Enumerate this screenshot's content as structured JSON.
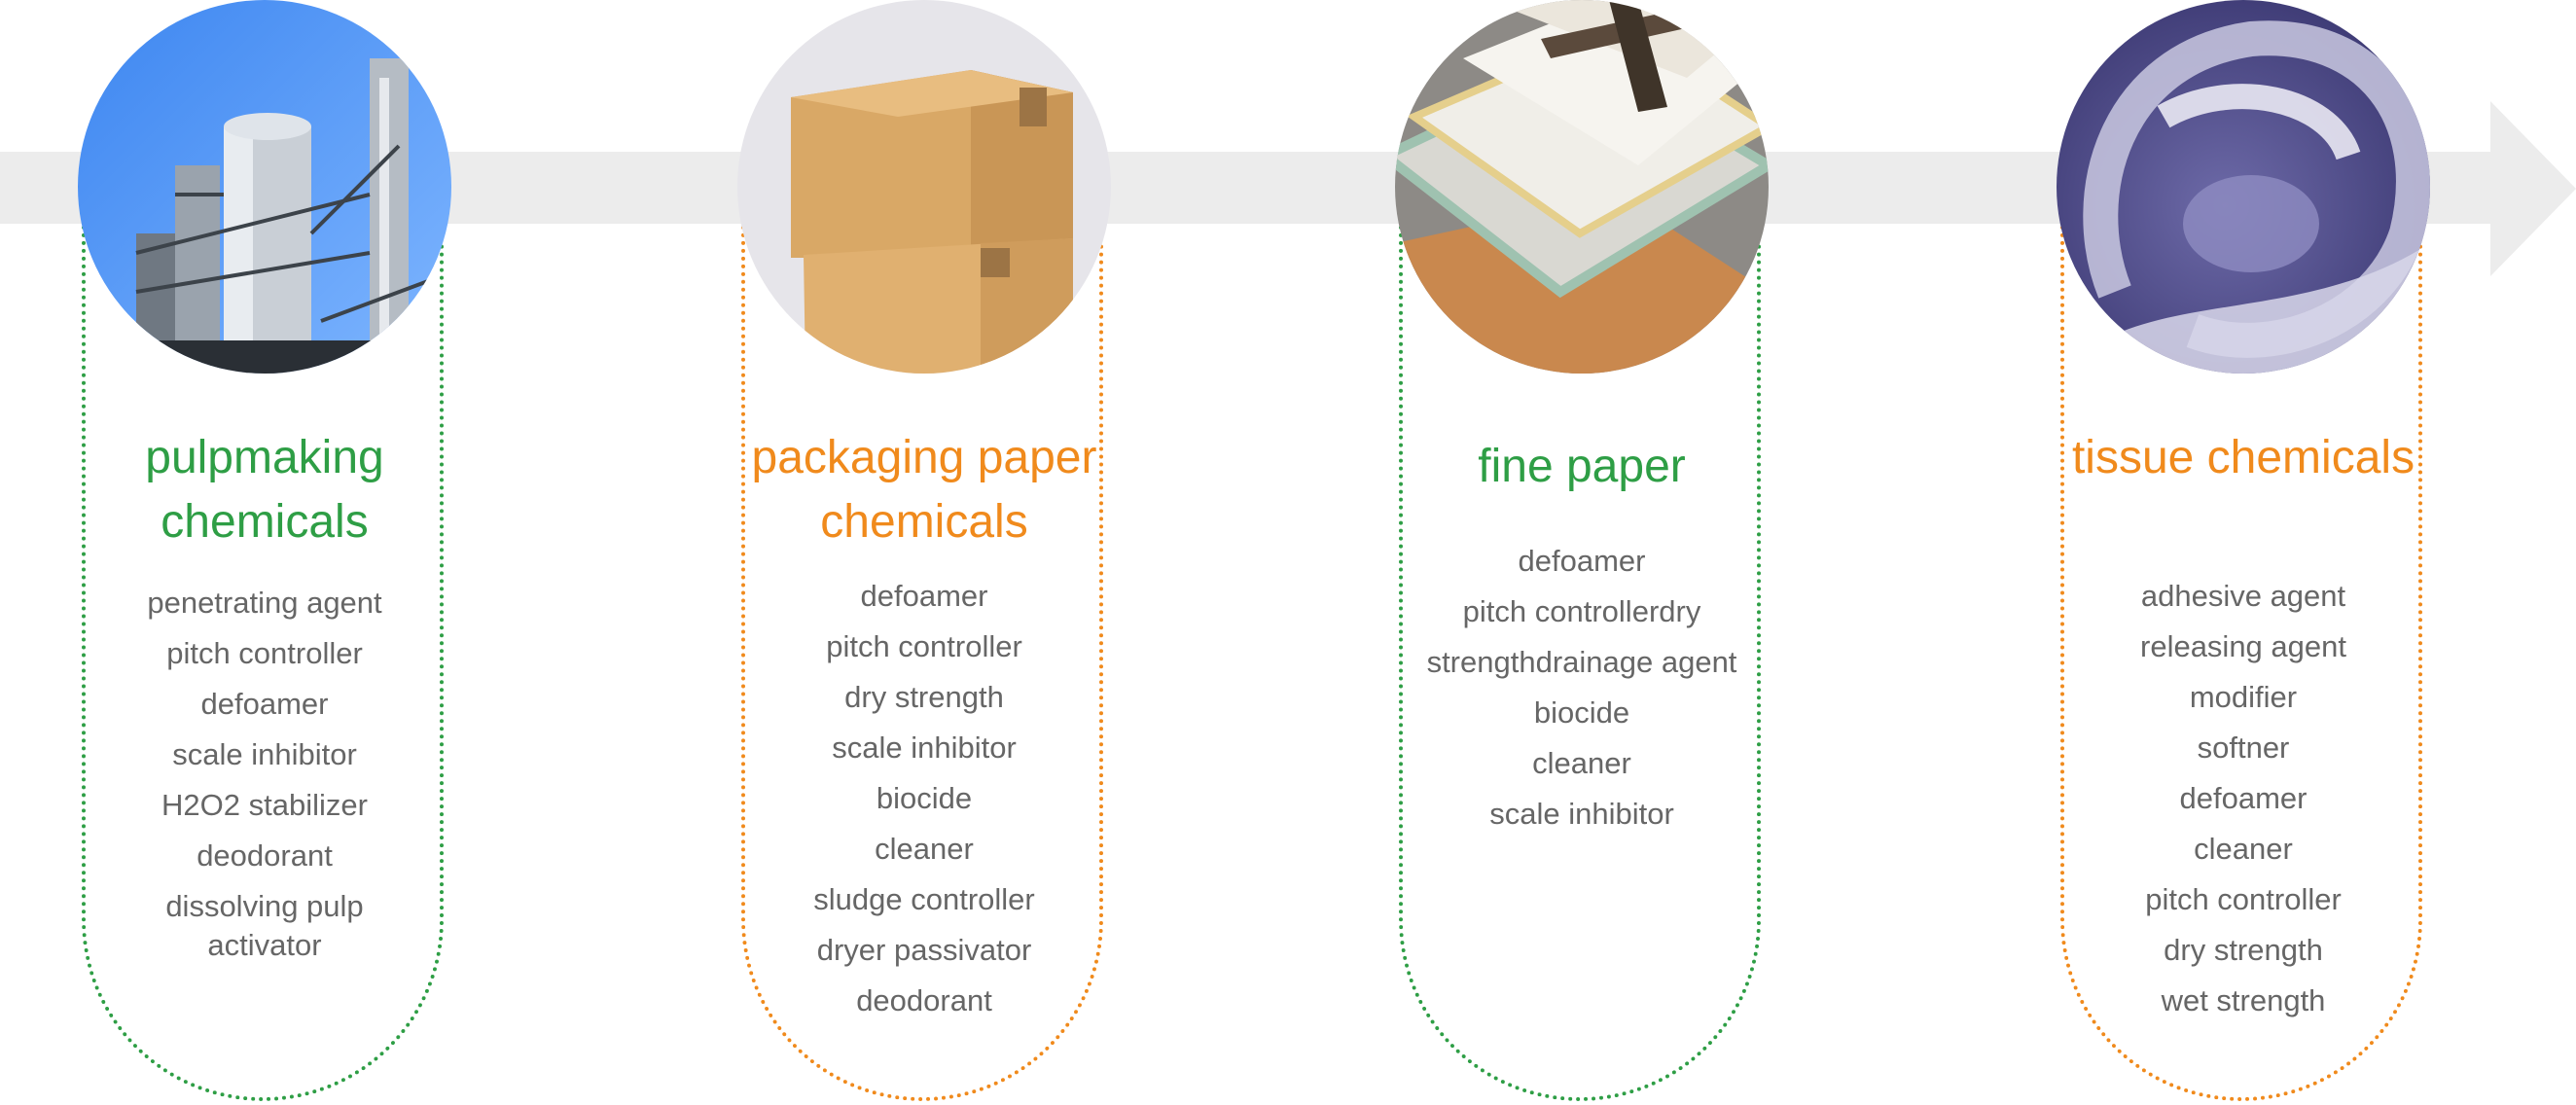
{
  "cards": [
    {
      "title": "pulpmaking chemicals",
      "accent": "#2e9e45",
      "image": "chemical-plant-photo",
      "items": [
        "penetrating agent",
        "pitch controller",
        "defoamer",
        "scale inhibitor",
        "H2O2 stabilizer",
        "deodorant",
        "dissolving pulp activator"
      ]
    },
    {
      "title": "packaging paper chemicals",
      "accent": "#f08a1c",
      "image": "cardboard-boxes-photo",
      "items": [
        "defoamer",
        "pitch controller",
        "dry strength",
        "scale inhibitor",
        "biocide",
        "cleaner",
        "sludge controller",
        "dryer passivator",
        "deodorant"
      ]
    },
    {
      "title": "fine paper",
      "accent": "#2e9e45",
      "image": "paper-stack-photo",
      "items": [
        "defoamer",
        "pitch controllerdry",
        "strengthdrainage agent",
        "biocide",
        "cleaner",
        "scale inhibitor"
      ]
    },
    {
      "title": "tissue chemicals",
      "accent": "#f08a1c",
      "image": "tissue-roll-photo",
      "items": [
        "adhesive agent",
        "releasing agent",
        "modifier",
        "softner",
        "defoamer",
        "cleaner",
        "pitch controller",
        "dry strength",
        "wet strength"
      ]
    }
  ]
}
